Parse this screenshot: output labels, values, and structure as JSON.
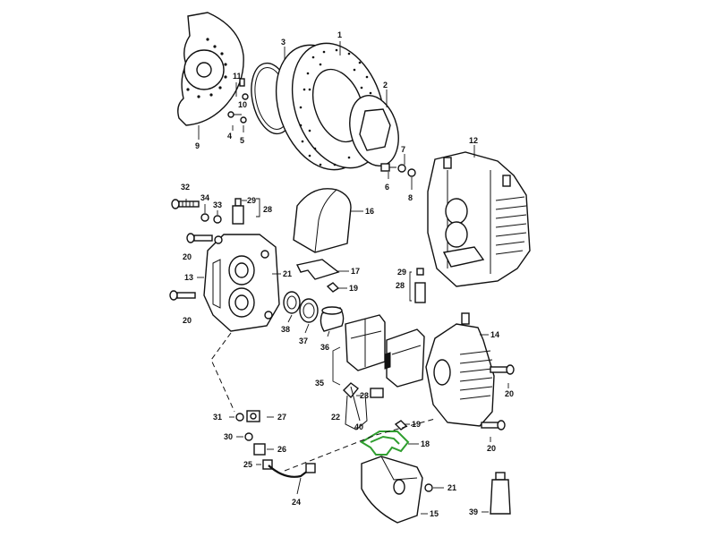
{
  "diagram": {
    "labels": [
      "1",
      "2",
      "3",
      "4",
      "5",
      "6",
      "7",
      "8",
      "9",
      "10",
      "11",
      "12",
      "13",
      "14",
      "15",
      "16",
      "17",
      "18",
      "19",
      "19",
      "20",
      "20",
      "20",
      "20",
      "21",
      "21",
      "22",
      "23",
      "24",
      "25",
      "26",
      "27",
      "28",
      "28",
      "29",
      "29",
      "30",
      "31",
      "32",
      "33",
      "34",
      "35",
      "36",
      "37",
      "38",
      "39",
      "40"
    ],
    "colors": {
      "line": "#111111",
      "highlight": "#2f9e2f",
      "background": "#ffffff"
    }
  }
}
